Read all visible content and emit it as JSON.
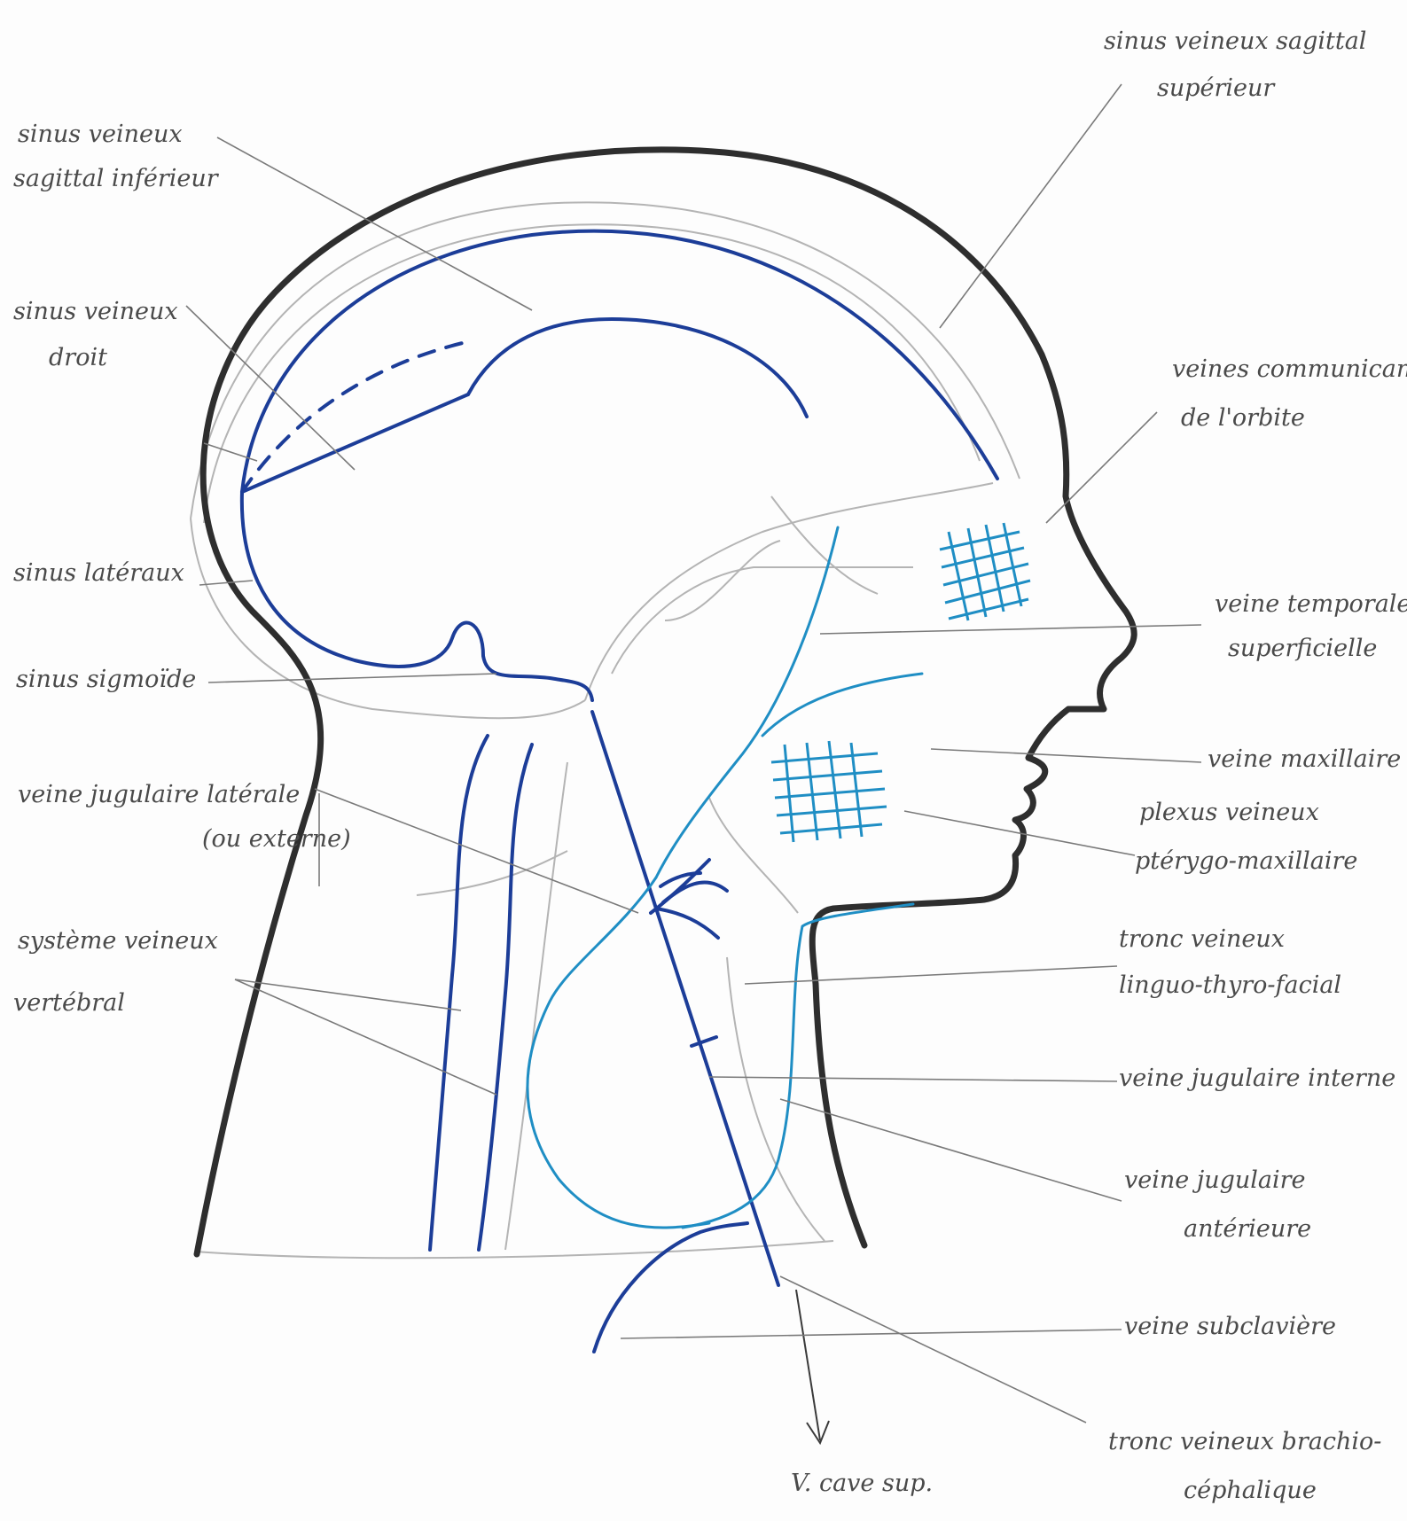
{
  "colors": {
    "outline": "#2e2e2e",
    "dark_vein": "#1c3d98",
    "light_vein": "#1f8ec4",
    "pencil": "#b4b4b4",
    "text": "#4a4a4a"
  },
  "labels": {
    "sinus_sagittal_sup": [
      "sinus veineux sagittal",
      "supérieur"
    ],
    "sinus_sagittal_inf": [
      "sinus veineux",
      "sagittal inférieur"
    ],
    "sinus_droit": [
      "sinus veineux",
      "droit"
    ],
    "veines_orbite": [
      "veines communicantes",
      "de l'orbite"
    ],
    "sinus_lateraux": [
      "sinus latéraux"
    ],
    "veine_temporale": [
      "veine temporale",
      "superficielle"
    ],
    "sinus_sigmoide": [
      "sinus sigmoïde"
    ],
    "veine_maxillaire": [
      "veine maxillaire"
    ],
    "jugulaire_laterale": [
      "veine jugulaire latérale",
      "(ou externe)"
    ],
    "plexus": [
      "plexus veineux",
      "ptérygo-maxillaire"
    ],
    "systeme_vertebral": [
      "système veineux",
      "vertébral"
    ],
    "tronc_ltf": [
      "tronc veineux",
      "linguo-thyro-facial"
    ],
    "jugulaire_interne": [
      "veine jugulaire interne"
    ],
    "jugulaire_anterieure": [
      "veine jugulaire",
      "antérieure"
    ],
    "subclaviere": [
      "veine subclavière"
    ],
    "cave_sup": [
      "V. cave sup."
    ],
    "brachio": [
      "tronc veineux brachio-",
      "céphalique"
    ]
  }
}
